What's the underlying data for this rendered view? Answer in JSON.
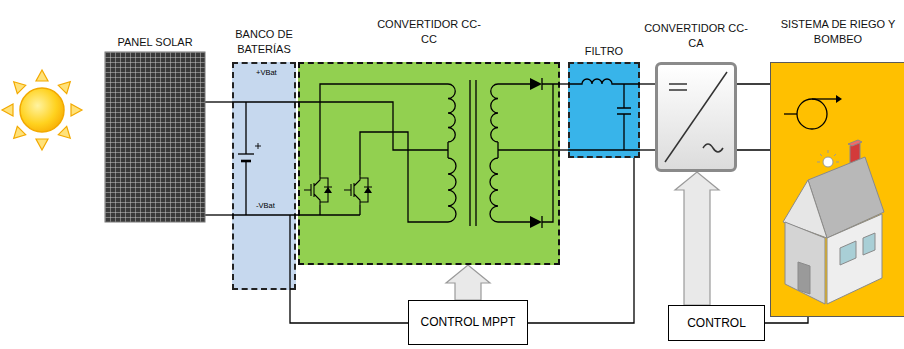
{
  "diagram": {
    "nodes": [
      {
        "text": [
          "PANEL SOLAR"
        ]
      },
      {
        "text": [
          "BANCO DE BATERÍAS"
        ]
      },
      {
        "text": [
          "CONVERTIDOR CC-CC"
        ]
      },
      {
        "text": [
          "FILTRO"
        ]
      },
      {
        "text": [
          "CONVERTIDOR CC-CA"
        ]
      },
      {
        "text": [
          "SISTEMA DE RIEGO Y BOMBEO"
        ]
      },
      {
        "text": [
          "CONTROL MPPT"
        ]
      },
      {
        "text": [
          "CONTROL"
        ]
      }
    ],
    "edges": [
      {
        "from": 0,
        "to": 1,
        "arrow": "none"
      },
      {
        "from": 0,
        "to": 1,
        "arrow": "none"
      },
      {
        "from": 1,
        "to": 2,
        "arrow": "none"
      },
      {
        "from": 1,
        "to": 2,
        "arrow": "none"
      },
      {
        "from": 2,
        "to": 3,
        "arrow": "none"
      },
      {
        "from": 2,
        "to": 3,
        "arrow": "none"
      },
      {
        "from": 3,
        "to": 4,
        "arrow": "none"
      },
      {
        "from": 3,
        "to": 4,
        "arrow": "none"
      },
      {
        "from": 4,
        "to": 5,
        "arrow": "none"
      },
      {
        "from": 4,
        "to": 5,
        "arrow": "none"
      },
      {
        "from": 6,
        "to": 2,
        "arrow": "to"
      },
      {
        "from": 1,
        "to": 6,
        "arrow": "none"
      },
      {
        "from": 6,
        "to": 3,
        "arrow": "none"
      },
      {
        "from": 7,
        "to": 4,
        "arrow": "to"
      },
      {
        "from": 5,
        "to": 7,
        "arrow": "none"
      }
    ],
    "labels": [
      "+VBat",
      "-VBat"
    ]
  }
}
